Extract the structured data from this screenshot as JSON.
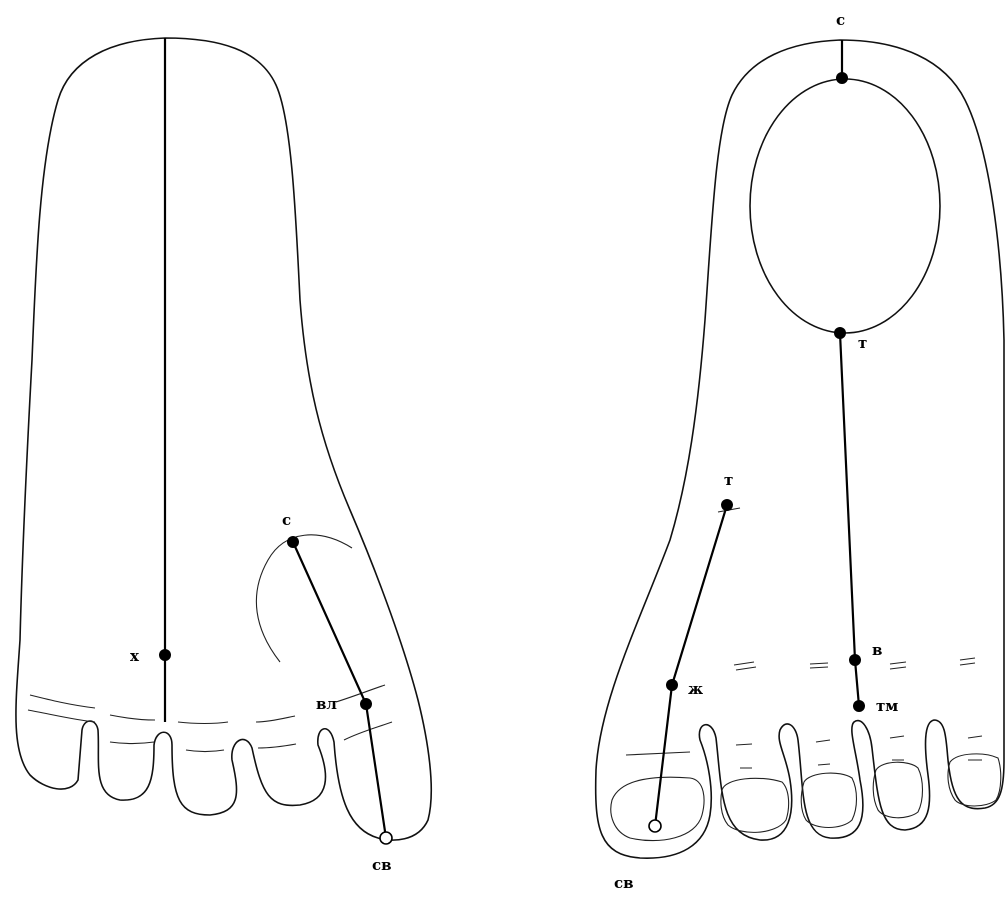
{
  "left_foot": {
    "labels": {
      "kh": "х",
      "s": "с",
      "vl": "вл",
      "sv": "св"
    }
  },
  "right_foot": {
    "labels": {
      "s_top": "с",
      "t_mid": "т",
      "t_left": "т",
      "zh": "ж",
      "v": "в",
      "tm": "тм",
      "sv": "св"
    }
  }
}
